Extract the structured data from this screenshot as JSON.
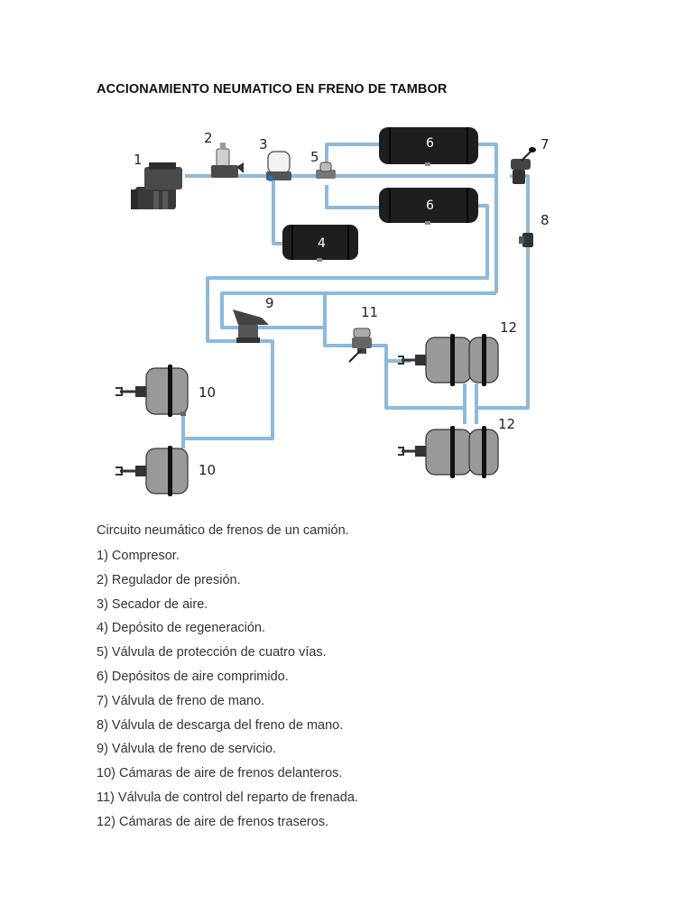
{
  "title": "ACCIONAMIENTO NEUMATICO EN FRENO DE TAMBOR",
  "diagram": {
    "pipe_color": "#8db9dc",
    "tank_color": "#1e1e1e",
    "chamber_color": "#999999",
    "labels": {
      "compressor": "1",
      "pressure_regulator": "2",
      "air_dryer": "3",
      "regeneration_tank": "4",
      "protection_valve": "5",
      "air_tank_a": "6",
      "air_tank_b": "6",
      "hand_brake_valve": "7",
      "hand_brake_relief_valve": "8",
      "service_brake_valve": "9",
      "front_chamber_a": "10",
      "front_chamber_b": "10",
      "distribution_valve": "11",
      "rear_chamber_a": "12",
      "rear_chamber_b": "12"
    }
  },
  "caption": "Circuito neumático de frenos de un camión.",
  "legend": [
    "1) Compresor.",
    "2) Regulador de presión.",
    "3) Secador de aire.",
    "4) Depósito de regeneración.",
    "5) Válvula de protección de cuatro vías.",
    "6) Depósitos de aire comprimido.",
    "7) Válvula de freno de mano.",
    "8) Válvula de descarga del freno de mano.",
    "9) Válvula de freno de servicio.",
    "10) Cámaras de aire de frenos delanteros.",
    "11) Válvula de control del reparto de frenada.",
    "12) Cámaras de aire de frenos traseros."
  ]
}
